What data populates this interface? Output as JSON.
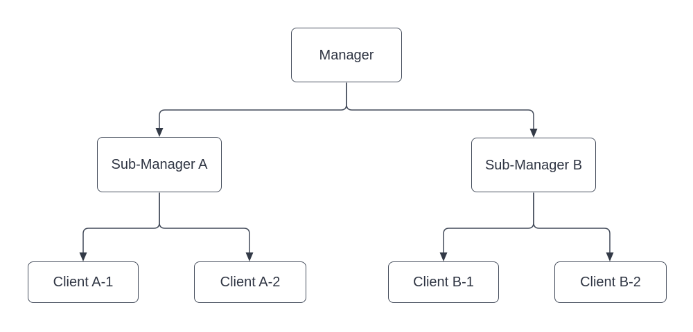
{
  "diagram": {
    "type": "org-chart",
    "background_color": "#ffffff",
    "node_fill_color": "#ffffff",
    "node_border_color": "#454d5c",
    "connector_color": "#414958",
    "arrowhead_color": "#333a47",
    "text_color": "#2e3442",
    "nodes": [
      {
        "id": "manager",
        "label": "Manager",
        "level": 1
      },
      {
        "id": "sub-manager-a",
        "label": "Sub-Manager A",
        "level": 2,
        "parent": "manager"
      },
      {
        "id": "sub-manager-b",
        "label": "Sub-Manager B",
        "level": 2,
        "parent": "manager"
      },
      {
        "id": "client-a-1",
        "label": "Client A-1",
        "level": 3,
        "parent": "sub-manager-a"
      },
      {
        "id": "client-a-2",
        "label": "Client A-2",
        "level": 3,
        "parent": "sub-manager-a"
      },
      {
        "id": "client-b-1",
        "label": "Client B-1",
        "level": 3,
        "parent": "sub-manager-b"
      },
      {
        "id": "client-b-2",
        "label": "Client B-2",
        "level": 3,
        "parent": "sub-manager-b"
      }
    ],
    "edges": [
      {
        "from": "manager",
        "to": "sub-manager-a",
        "arrow": "down"
      },
      {
        "from": "manager",
        "to": "sub-manager-b",
        "arrow": "down"
      },
      {
        "from": "sub-manager-a",
        "to": "client-a-1",
        "arrow": "down"
      },
      {
        "from": "sub-manager-a",
        "to": "client-a-2",
        "arrow": "down"
      },
      {
        "from": "sub-manager-b",
        "to": "client-b-1",
        "arrow": "down"
      },
      {
        "from": "sub-manager-b",
        "to": "client-b-2",
        "arrow": "down"
      }
    ]
  }
}
